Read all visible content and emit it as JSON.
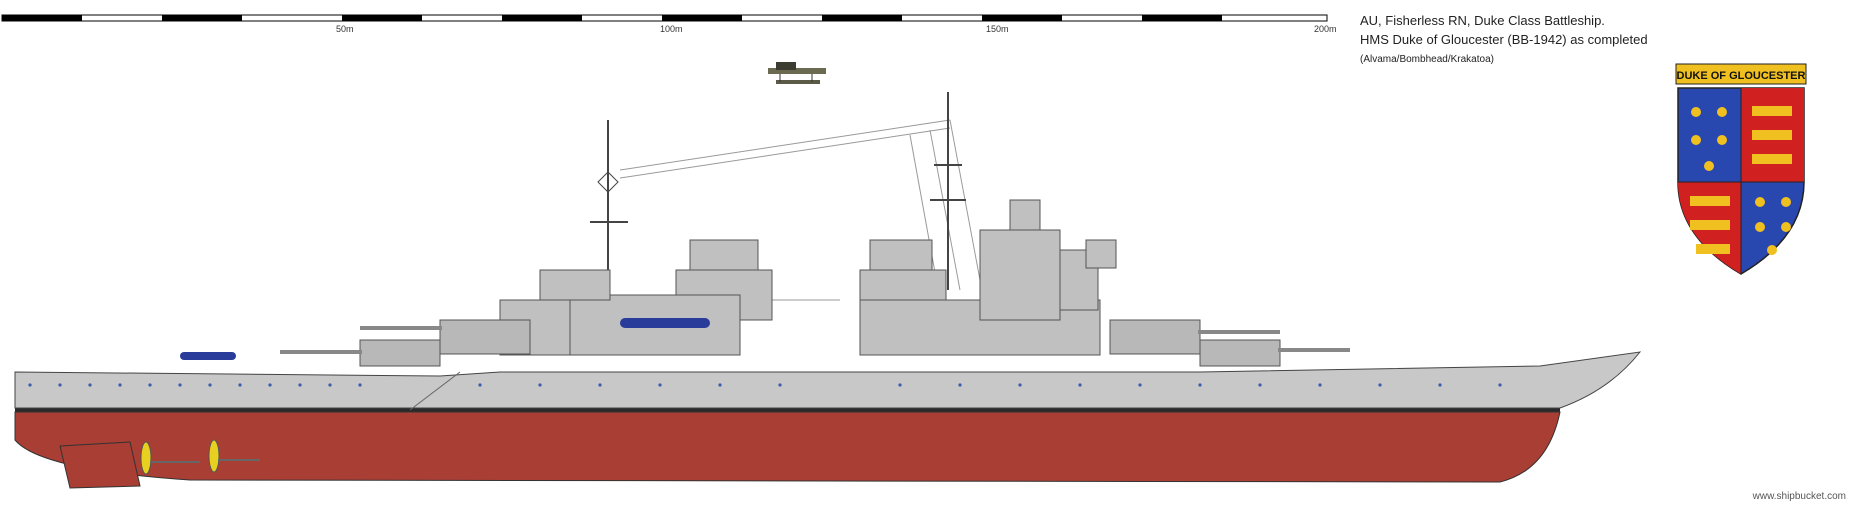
{
  "scale_bar": {
    "tick_labels": [
      "50m",
      "100m",
      "150m",
      "200m"
    ]
  },
  "header": {
    "line1": "AU, Fisherless RN, Duke Class Battleship.",
    "line2": "HMS Duke of Gloucester (BB-1942) as completed",
    "line3": "(Alvama/Bombhead/Krakatoa)"
  },
  "crest": {
    "banner_text": "DUKE OF GLOUCESTER",
    "colors": {
      "gold": "#f0c020",
      "blue": "#2848b0",
      "red": "#d02020"
    }
  },
  "ship": {
    "colors": {
      "hull_grey": "#c8c8c8",
      "hull_red": "#a83e34",
      "dark": "#2a2a2a",
      "boat_blue": "#2a3c9a",
      "propeller": "#e8d020"
    }
  },
  "footer": {
    "credit": "www.shipbucket.com"
  }
}
